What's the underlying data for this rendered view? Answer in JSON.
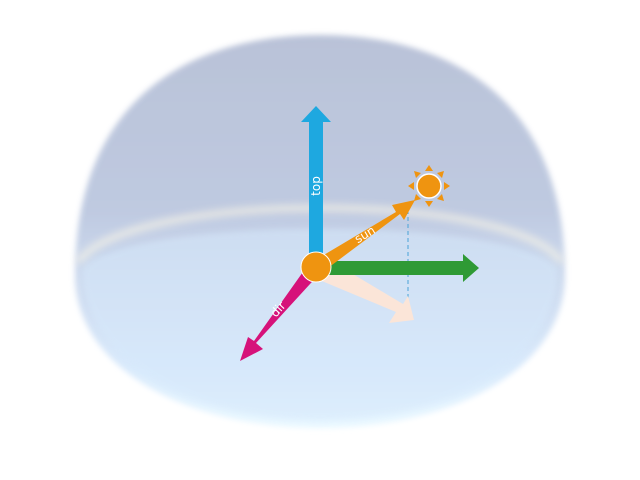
{
  "diagram": {
    "labels": {
      "top": "top",
      "sun": "sun",
      "dir": "dir"
    },
    "icons": {
      "sun": "sun-icon"
    },
    "colors": {
      "dome_top": "#b7c0d6",
      "dome_bottom": "#dff1ff",
      "horizon_band": "#fbf6e6",
      "origin": "#ef9410",
      "top_arrow": "#1ea8e0",
      "sun_arrow": "#ef9410",
      "dir_arrow": "#d6127a",
      "green_arrow": "#2f9a35",
      "projection_arrow": "#fbe5d8",
      "sun_fill": "#ef9410",
      "dashed_line": "#4aa3d8"
    }
  }
}
